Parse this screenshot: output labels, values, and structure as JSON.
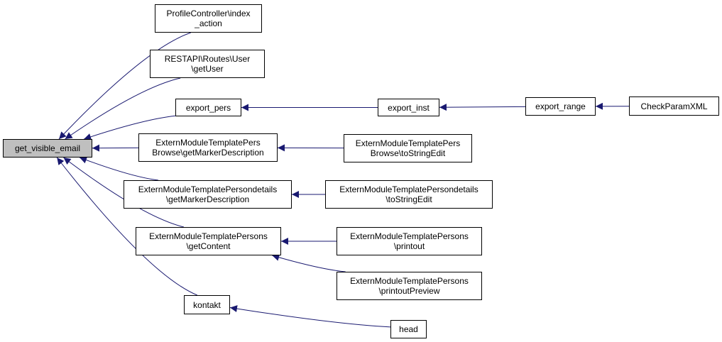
{
  "colors": {
    "edge": "#191970",
    "node_border": "#000000",
    "node_fill": "#ffffff",
    "root_fill": "#bfbfbf"
  },
  "nodes": {
    "get_visible_email": {
      "lines": [
        "get_visible_email"
      ]
    },
    "profile_index": {
      "lines": [
        "ProfileController\\index",
        "_action"
      ]
    },
    "restapi_getuser": {
      "lines": [
        "RESTAPI\\Routes\\User",
        "\\getUser"
      ]
    },
    "export_pers": {
      "lines": [
        "export_pers"
      ]
    },
    "export_inst": {
      "lines": [
        "export_inst"
      ]
    },
    "export_range": {
      "lines": [
        "export_range"
      ]
    },
    "checkparamxml": {
      "lines": [
        "CheckParamXML"
      ]
    },
    "pers_browse_getmarker": {
      "lines": [
        "ExternModuleTemplatePers",
        "Browse\\getMarkerDescription"
      ]
    },
    "pers_browse_tostringedit": {
      "lines": [
        "ExternModuleTemplatePers",
        "Browse\\toStringEdit"
      ]
    },
    "persondetails_getmarker": {
      "lines": [
        "ExternModuleTemplatePersondetails",
        "\\getMarkerDescription"
      ]
    },
    "persondetails_tostringedit": {
      "lines": [
        "ExternModuleTemplatePersondetails",
        "\\toStringEdit"
      ]
    },
    "persons_getcontent": {
      "lines": [
        "ExternModuleTemplatePersons",
        "\\getContent"
      ]
    },
    "persons_printout": {
      "lines": [
        "ExternModuleTemplatePersons",
        "\\printout"
      ]
    },
    "persons_printoutpreview": {
      "lines": [
        "ExternModuleTemplatePersons",
        "\\printoutPreview"
      ]
    },
    "kontakt": {
      "lines": [
        "kontakt"
      ]
    },
    "head": {
      "lines": [
        "head"
      ]
    }
  },
  "edges": [
    {
      "from": "profile_index",
      "to": "get_visible_email"
    },
    {
      "from": "restapi_getuser",
      "to": "get_visible_email"
    },
    {
      "from": "export_pers",
      "to": "get_visible_email"
    },
    {
      "from": "pers_browse_getmarker",
      "to": "get_visible_email"
    },
    {
      "from": "persondetails_getmarker",
      "to": "get_visible_email"
    },
    {
      "from": "persons_getcontent",
      "to": "get_visible_email"
    },
    {
      "from": "kontakt",
      "to": "get_visible_email"
    },
    {
      "from": "export_inst",
      "to": "export_pers"
    },
    {
      "from": "export_range",
      "to": "export_inst"
    },
    {
      "from": "checkparamxml",
      "to": "export_range"
    },
    {
      "from": "pers_browse_tostringedit",
      "to": "pers_browse_getmarker"
    },
    {
      "from": "persondetails_tostringedit",
      "to": "persondetails_getmarker"
    },
    {
      "from": "persons_printout",
      "to": "persons_getcontent"
    },
    {
      "from": "persons_printoutpreview",
      "to": "persons_getcontent"
    },
    {
      "from": "head",
      "to": "kontakt"
    }
  ]
}
